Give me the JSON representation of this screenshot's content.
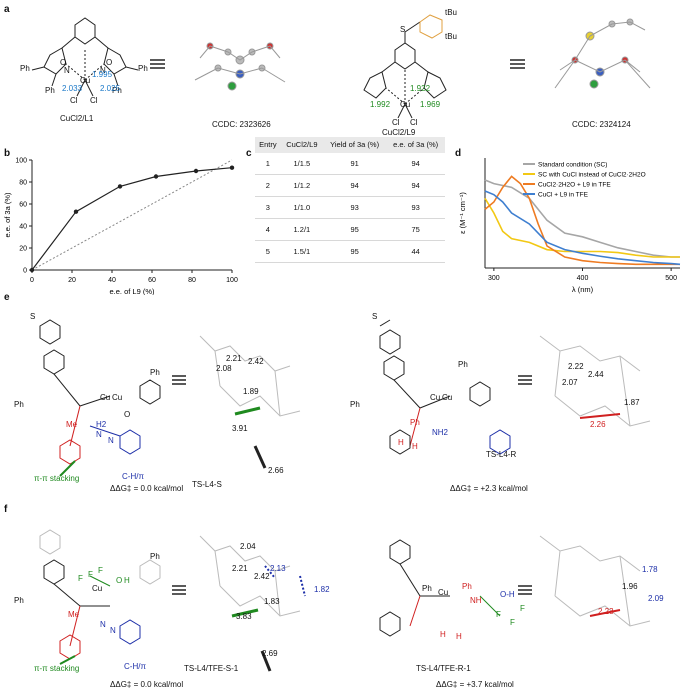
{
  "panels": [
    "a",
    "b",
    "c",
    "d",
    "e",
    "f"
  ],
  "panel_a": {
    "complex1": {
      "label": "CuCl2/L1",
      "bonds": [
        "1.995",
        "2.033",
        "2.025"
      ],
      "ccdc": "CCDC: 2323626",
      "atoms": [
        "O",
        "N",
        "N",
        "O",
        "Cu",
        "Cl",
        "Cl",
        "Ph",
        "Ph",
        "Ph",
        "Ph"
      ]
    },
    "complex2": {
      "label": "CuCl2/L9",
      "bonds": [
        "1.922",
        "1.992",
        "1.969"
      ],
      "ccdc": "CCDC: 2324124",
      "atoms": [
        "S",
        "tBu",
        "tBu",
        "Cu",
        "Cl",
        "Cl"
      ]
    }
  },
  "chart_b": {
    "type": "line",
    "xlabel": "e.e. of L9 (%)",
    "ylabel": "e.e. of 3a (%)",
    "xlim": [
      0,
      100
    ],
    "ylim": [
      0,
      100
    ],
    "xticks": [
      "0",
      "20",
      "40",
      "60",
      "80",
      "100"
    ],
    "yticks": [
      "0",
      "20",
      "40",
      "60",
      "80",
      "100"
    ],
    "x": [
      0,
      22,
      44,
      62,
      82,
      100
    ],
    "y": [
      0,
      53,
      76,
      85,
      90,
      93
    ],
    "diagonal": true
  },
  "table_c": {
    "headers": [
      "Entry",
      "CuCl2/L9",
      "Yield of 3a (%)",
      "e.e. of 3a (%)"
    ],
    "rows": [
      [
        "1",
        "1/1.5",
        "91",
        "94"
      ],
      [
        "2",
        "1/1.2",
        "94",
        "94"
      ],
      [
        "3",
        "1/1.0",
        "93",
        "93"
      ],
      [
        "4",
        "1.2/1",
        "95",
        "75"
      ],
      [
        "5",
        "1.5/1",
        "95",
        "44"
      ]
    ]
  },
  "chart_d": {
    "type": "line",
    "xlabel": "λ (nm)",
    "ylabel": "ε (M⁻¹ cm⁻¹)",
    "xticks": [
      "300",
      "400",
      "500"
    ],
    "legend": [
      {
        "name": "Standard condition (SC)",
        "color": "#a6a6a6"
      },
      {
        "name": "SC with CuCl instead of CuCl2·2H2O",
        "color": "#f2c814"
      },
      {
        "name": "CuCl2·2H2O + L9 in TFE",
        "color": "#ee7b22"
      },
      {
        "name": "CuCl + L9 in TFE",
        "color": "#3f7fd0"
      }
    ],
    "xlim": [
      290,
      510
    ],
    "series": [
      {
        "color": "#a6a6a6",
        "x": [
          290,
          300,
          320,
          340,
          360,
          380,
          400,
          420,
          440,
          460,
          480,
          500,
          510
        ],
        "y": [
          2.4,
          2.3,
          2.2,
          1.9,
          1.3,
          0.95,
          0.85,
          0.7,
          0.55,
          0.45,
          0.35,
          0.3,
          0.3
        ]
      },
      {
        "color": "#f2c814",
        "x": [
          290,
          300,
          310,
          320,
          340,
          360,
          380,
          400,
          420,
          440,
          460,
          480,
          500,
          510
        ],
        "y": [
          1.9,
          1.5,
          1.0,
          0.8,
          0.7,
          0.5,
          0.45,
          0.45,
          0.45,
          0.42,
          0.35,
          0.3,
          0.3,
          0.3
        ]
      },
      {
        "color": "#ee7b22",
        "x": [
          290,
          300,
          310,
          320,
          330,
          340,
          350,
          360,
          380,
          400,
          420,
          440,
          460,
          480,
          500,
          510
        ],
        "y": [
          1.6,
          1.8,
          2.2,
          2.5,
          2.3,
          1.9,
          1.2,
          0.6,
          0.3,
          0.2,
          0.15,
          0.12,
          0.1,
          0.1,
          0.1,
          0.1
        ]
      },
      {
        "color": "#3f7fd0",
        "x": [
          290,
          300,
          310,
          320,
          340,
          360,
          380,
          400,
          420,
          440,
          460,
          480,
          500,
          510
        ],
        "y": [
          2.1,
          2.0,
          1.8,
          1.5,
          1.2,
          0.7,
          0.5,
          0.4,
          0.32,
          0.25,
          0.2,
          0.15,
          0.12,
          0.1
        ]
      }
    ]
  },
  "panel_e": {
    "left": {
      "ts": "TS-L4-S",
      "ddg": "ΔΔG‡ = 0.0 kcal/mol",
      "notes": [
        "π-π stacking",
        "C-H/π"
      ],
      "dist": [
        "2.21",
        "2.42",
        "2.08",
        "1.89",
        "3.91",
        "2.66"
      ],
      "atoms": [
        "Cu",
        "Cu",
        "Me",
        "H2",
        "N",
        "N",
        "O",
        "Ph",
        "Ph",
        "S"
      ]
    },
    "right": {
      "ts": "TS-L4-R",
      "ddg": "ΔΔG‡ = +2.3 kcal/mol",
      "dist": [
        "2.22",
        "2.07",
        "2.44",
        "1.87",
        "2.26"
      ],
      "atoms": [
        "Cu",
        "Cu",
        "Ph",
        "Ph",
        "Ph",
        "NH2",
        "H",
        "H",
        "S"
      ]
    }
  },
  "panel_f": {
    "left": {
      "ts": "TS-L4/TFE-S-1",
      "ddg": "ΔΔG‡ = 0.0 kcal/mol",
      "notes": [
        "π-π stacking",
        "C-H/π"
      ],
      "dist": [
        "2.04",
        "2.13",
        "1.82",
        "2.21",
        "2.42",
        "1.83",
        "3.83",
        "2.69"
      ],
      "atoms": [
        "F",
        "F",
        "F",
        "Cu",
        "O",
        "H",
        "N",
        "N",
        "Me",
        "Ph",
        "Ph"
      ]
    },
    "right": {
      "ts": "TS-L4/TFE-R-1",
      "ddg": "ΔΔG‡ = +3.7 kcal/mol",
      "dist": [
        "1.78",
        "1.96",
        "2.09",
        "2.23"
      ],
      "atoms": [
        "Ph",
        "Cu",
        "Ph",
        "NH",
        "O-H",
        "F",
        "F",
        "F",
        "H",
        "H"
      ]
    }
  }
}
